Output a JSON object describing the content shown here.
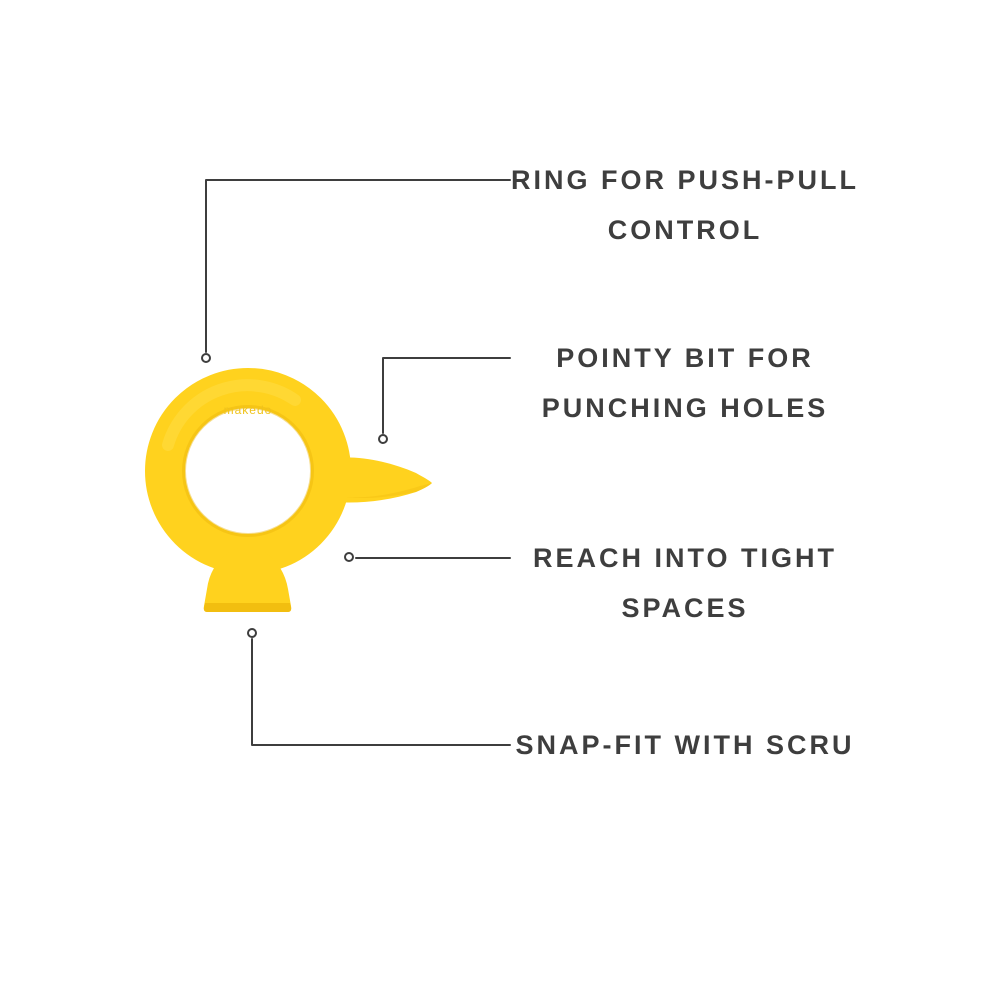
{
  "canvas": {
    "background": "#ffffff"
  },
  "product": {
    "label": "yellow ring push-pin tool",
    "brand_text": "makedo",
    "colors": {
      "body": "#FFD21E",
      "body_shade": "#EFB90D",
      "body_highlight": "#FFDC45",
      "brand": "#EFC31C"
    }
  },
  "callouts": {
    "line_color": "#3E3E3E",
    "items": [
      {
        "id": "ring",
        "line1": "RING FOR PUSH-PULL",
        "line2": "CONTROL"
      },
      {
        "id": "pointy-bit",
        "line1": "POINTY BIT FOR",
        "line2": "PUNCHING HOLES"
      },
      {
        "id": "reach",
        "line1": "REACH INTO TIGHT",
        "line2": "SPACES"
      },
      {
        "id": "snap-fit",
        "line1": "SNAP-FIT WITH SCRU",
        "line2": ""
      }
    ]
  }
}
